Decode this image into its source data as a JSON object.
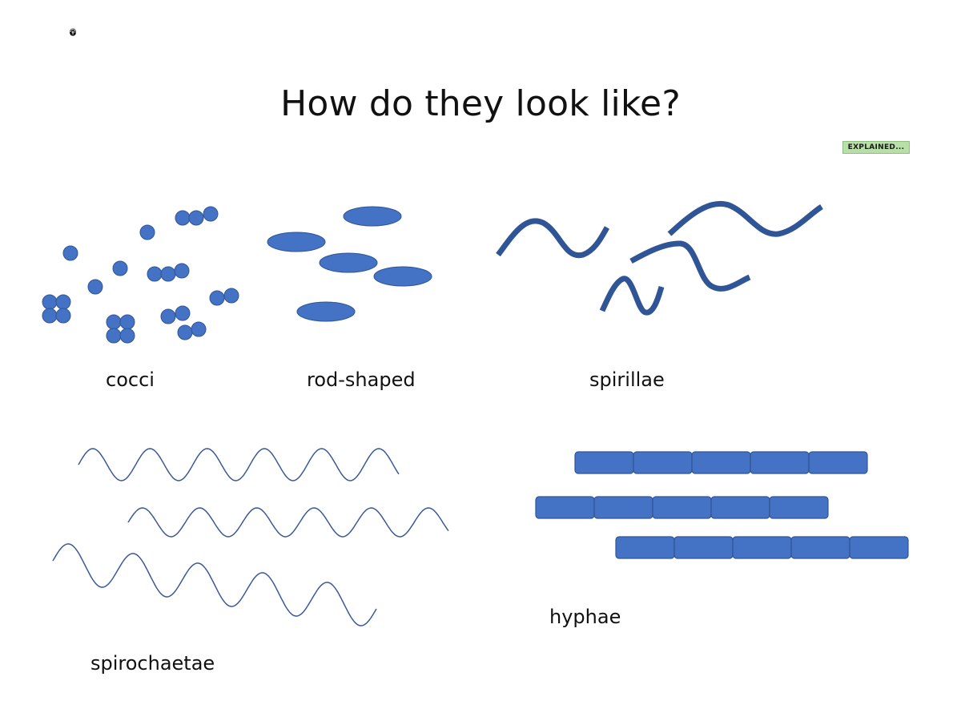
{
  "title": "How do they look like?",
  "labels": {
    "cocci": "cocci",
    "rod_shaped": "rod-shaped",
    "spirillae": "spirillae",
    "spirochaetae": "spirochaetae",
    "hyphae": "hyphae"
  },
  "logo": {
    "badge_text": "EXPLAINED...",
    "icon": "scientist-portrait-icon"
  },
  "colors": {
    "shape_fill": "#4472c4",
    "shape_stroke": "#2f5597",
    "spirillum": "#2f5597",
    "spirochaete": "#3b5998"
  }
}
